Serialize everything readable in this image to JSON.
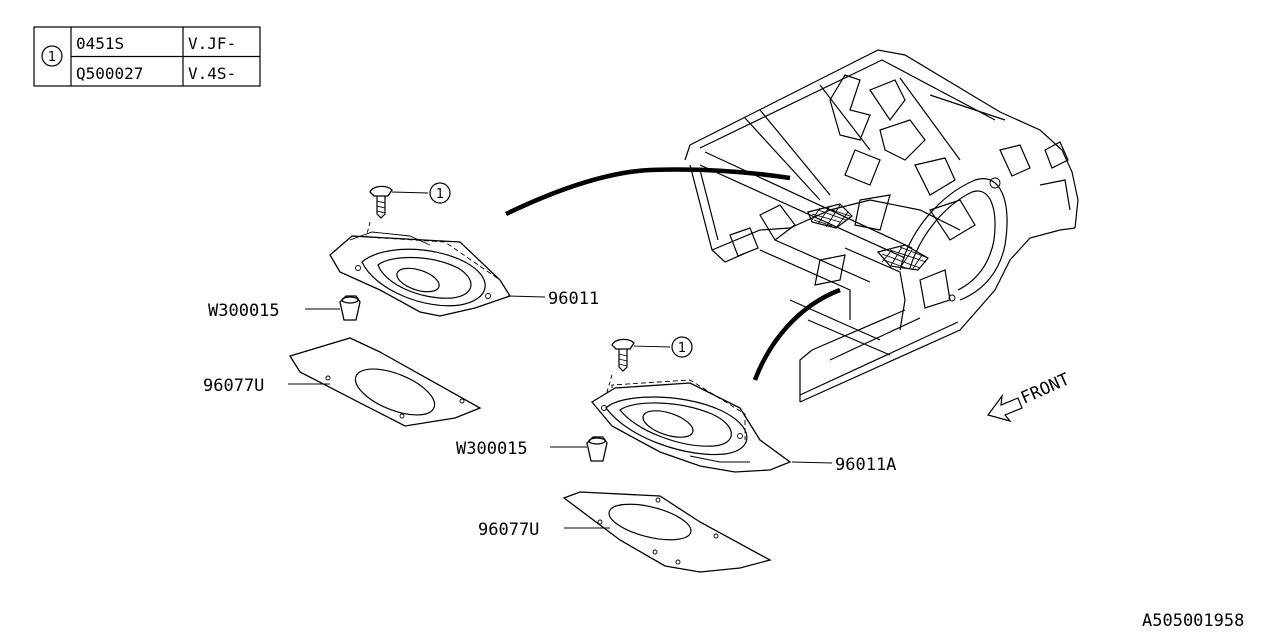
{
  "legend": {
    "symbol": "1",
    "rows": [
      {
        "part": "0451S",
        "applic": "V.JF-"
      },
      {
        "part": "Q500027",
        "applic": "V.4S-"
      }
    ]
  },
  "callouts": {
    "ref_1": "1",
    "ref_2": "1",
    "lbl_96011": "96011",
    "lbl_96011A": "96011A",
    "lbl_w300015_a": "W300015",
    "lbl_w300015_b": "W300015",
    "lbl_96077U_a": "96077U",
    "lbl_96077U_b": "96077U"
  },
  "front_label": "FRONT",
  "diagram_id": "A505001958"
}
